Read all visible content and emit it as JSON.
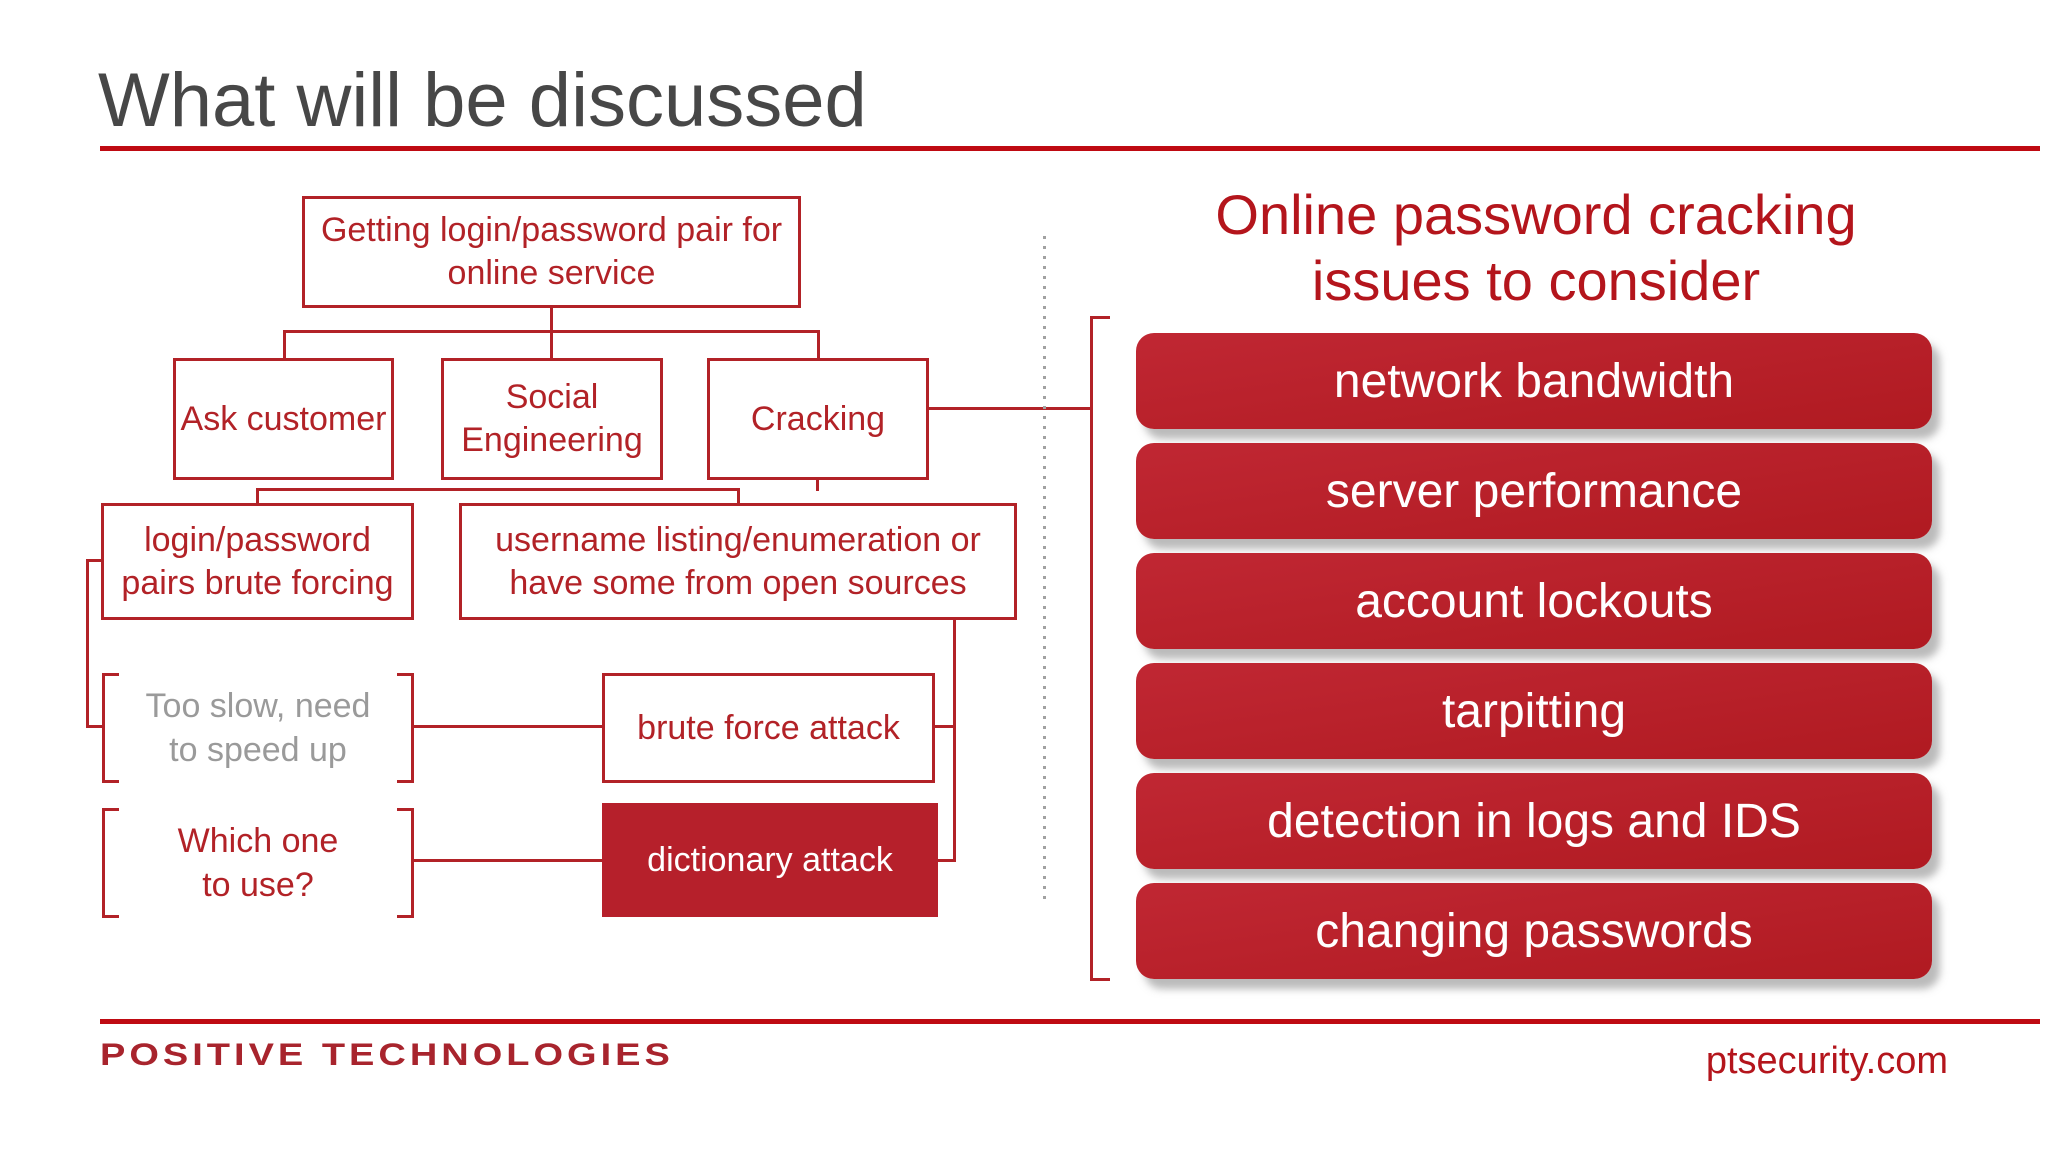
{
  "slide": {
    "title": "What will be discussed",
    "colors": {
      "accent_red": "#b22227",
      "rule_red": "#bf0a12",
      "crimson_text": "#b4151c",
      "filled_box_red": "#b6202b",
      "issue_box_red": "#b71e27",
      "note_gray": "#9a9a9a",
      "title_gray": "#474747"
    }
  },
  "flowchart": {
    "root": "Getting login/password pair for\nonline service",
    "methods": [
      "Ask customer",
      "Social\nEngineering",
      "Cracking"
    ],
    "cracking_children": [
      "login/password\npairs brute forcing",
      "username listing/enumeration or\nhave some from open sources"
    ],
    "note_too_slow": "Too slow, need\nto speed up",
    "note_which_one": "Which one\nto use?",
    "attack_brute": "brute force attack",
    "attack_dictionary": "dictionary attack"
  },
  "right_panel": {
    "title": "Online password cracking\nissues to consider",
    "issues": [
      "network bandwidth",
      "server performance",
      "account lockouts",
      "tarpitting",
      "detection in logs and IDS",
      "changing passwords"
    ]
  },
  "footer": {
    "brand": "POSITIVE TECHNOLOGIES",
    "website": "ptsecurity.com"
  }
}
